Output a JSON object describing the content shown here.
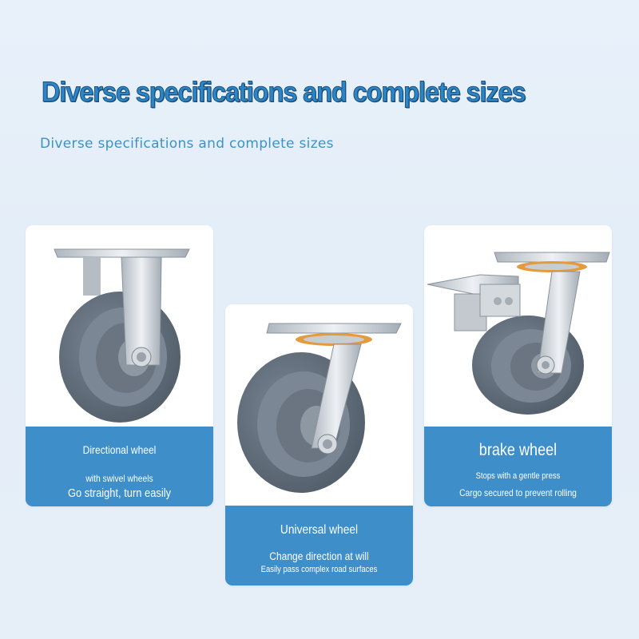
{
  "header": {
    "title": "Diverse specifications and complete sizes",
    "subtitle": "Diverse specifications and complete sizes"
  },
  "cards": [
    {
      "title": "Directional wheel",
      "line1": "with swivel wheels",
      "line2": "Go straight, turn easily",
      "image_icon": "fixed-caster-wheel"
    },
    {
      "title": "Universal wheel",
      "line1": "Change direction at will",
      "line2": "Easily pass complex road surfaces",
      "image_icon": "swivel-caster-wheel"
    },
    {
      "title": "brake wheel",
      "line1": "Stops with a gentle press",
      "line2": "Cargo secured to prevent rolling",
      "image_icon": "brake-caster-wheel"
    }
  ],
  "colors": {
    "band": "#3d8ec9",
    "headline": "#2a86c6",
    "subheadline": "#3d92c6",
    "tire": "#5e6b78",
    "hub": "#8a95a0",
    "steel": "#c7cdd3",
    "bearing_ring": "#e59a3c"
  }
}
